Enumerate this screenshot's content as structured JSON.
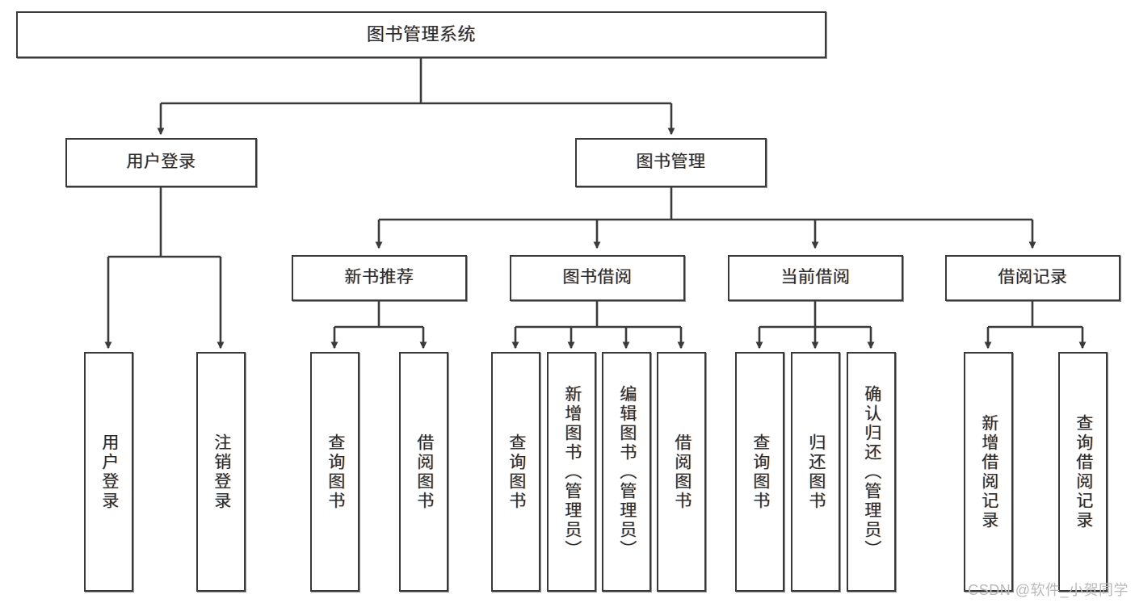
{
  "diagram": {
    "title": "图书管理系统",
    "type": "tree",
    "watermark": "CSDN @软件_小贺同学",
    "colors": {
      "stroke": "#3a3a3a",
      "node_fill": "#ffffff",
      "text": "#2b2b2b",
      "watermark": "#b9b9b9",
      "background": "#ffffff"
    },
    "nodes": {
      "root": {
        "label": "图书管理系统"
      },
      "level2": [
        {
          "id": "user-login",
          "label": "用户登录"
        },
        {
          "id": "book-manage",
          "label": "图书管理"
        }
      ],
      "level3": [
        {
          "id": "new-book-recommend",
          "label": "新书推荐"
        },
        {
          "id": "book-borrow",
          "label": "图书借阅"
        },
        {
          "id": "current-borrow",
          "label": "当前借阅"
        },
        {
          "id": "borrow-record",
          "label": "借阅记录"
        }
      ],
      "leaves": {
        "user_login": [
          {
            "id": "leaf-user-login",
            "label": "用户登录"
          },
          {
            "id": "leaf-logout-login",
            "label": "注销登录"
          }
        ],
        "new_book_recommend": [
          {
            "id": "leaf-query-book-1",
            "label": "查询图书"
          },
          {
            "id": "leaf-borrow-book-1",
            "label": "借阅图书"
          }
        ],
        "book_borrow": [
          {
            "id": "leaf-query-book-2",
            "label": "查询图书"
          },
          {
            "id": "leaf-add-book",
            "label": "新增图书（管理员）"
          },
          {
            "id": "leaf-edit-book",
            "label": "编辑图书（管理员）"
          },
          {
            "id": "leaf-borrow-book-2",
            "label": "借阅图书"
          }
        ],
        "current_borrow": [
          {
            "id": "leaf-query-book-3",
            "label": "查询图书"
          },
          {
            "id": "leaf-return-book",
            "label": "归还图书"
          },
          {
            "id": "leaf-confirm-return",
            "label": "确认归还（管理员）"
          }
        ],
        "borrow_record": [
          {
            "id": "leaf-add-record",
            "label": "新增借阅记录"
          },
          {
            "id": "leaf-query-record",
            "label": "查询借阅记录"
          }
        ]
      }
    }
  }
}
